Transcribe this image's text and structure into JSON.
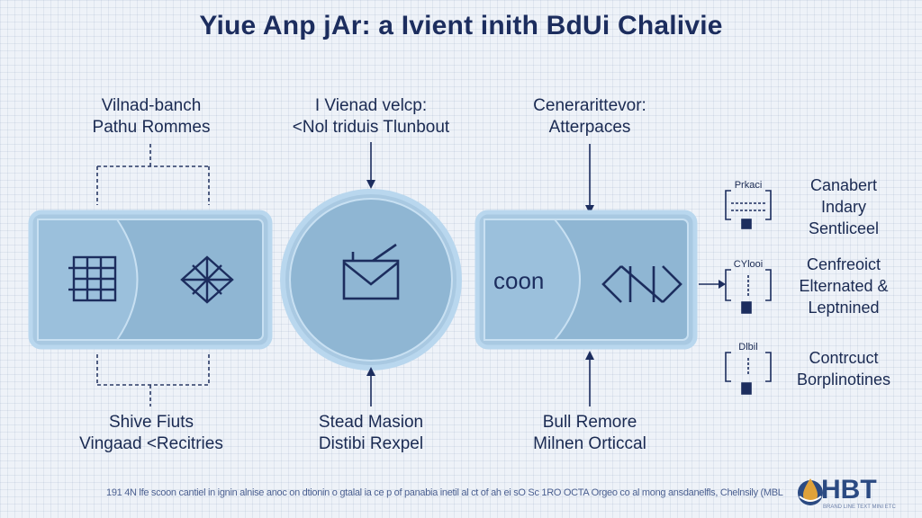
{
  "title": "Yiue Anp jAr: a Ivient inith BdUi Chalivie",
  "top_labels": {
    "left": [
      "Vilnad-banch",
      "Pathu Rommes"
    ],
    "center": [
      "I Vienad velcp:",
      "<Nol triduis Tlunbout"
    ],
    "right": [
      "Cenerarittevor:",
      "Atterpaces"
    ]
  },
  "bottom_labels": {
    "left": [
      "Shive Fiuts",
      "Vingaad <Recitries"
    ],
    "center": [
      "Stead Masion",
      "Distibi Rexpel"
    ],
    "right": [
      "Bull Remore",
      "Milnen Orticcal"
    ]
  },
  "right_nodes": [
    {
      "mini": "Prkaci",
      "lines": [
        "Canabert",
        "Indary",
        "Sentliceel"
      ]
    },
    {
      "mini": "CYlooi",
      "lines": [
        "Cenfreoict",
        "Elternated &",
        "Leptnined"
      ]
    },
    {
      "mini": "Dlbil",
      "lines": [
        "Contrcuct",
        "Borplinotines"
      ]
    }
  ],
  "box_label": "coon",
  "footer": "191 4N lfe scoon cantiel in ignin alnise anoc on dtionin o gtalal ia ce p of panabia inetil al ct of ah ei sO Sc 1RO OCTA Orgeo co al mong ansdanelfls, Chelnsily (MBL)",
  "brand": "HBT",
  "brand_sub": "BRAND LINE TEXT MINI ETC",
  "colors": {
    "panel_fill": "#8fb6d3",
    "panel_border": "#b3d2ea",
    "ink": "#1c2d5e",
    "background": "#eef2f8"
  },
  "icons": [
    "grid-icon",
    "diamond-cross-icon",
    "envelope-icon",
    "angle-bracket-icon",
    "bracket-node-icon",
    "drop-logo-icon"
  ]
}
